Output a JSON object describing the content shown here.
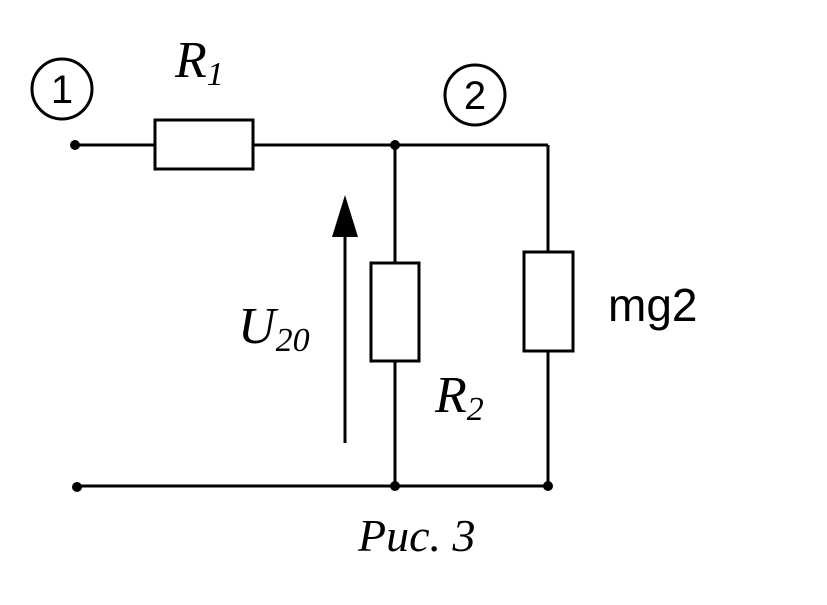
{
  "nodes": {
    "node1_label": "1",
    "node2_label": "2"
  },
  "resistors": {
    "r1": {
      "letter": "R",
      "sub": "1"
    },
    "r2": {
      "letter": "R",
      "sub": "2"
    },
    "load": "mg2"
  },
  "voltage": {
    "letter": "U",
    "sub": "20"
  },
  "caption": "Рис. 3"
}
